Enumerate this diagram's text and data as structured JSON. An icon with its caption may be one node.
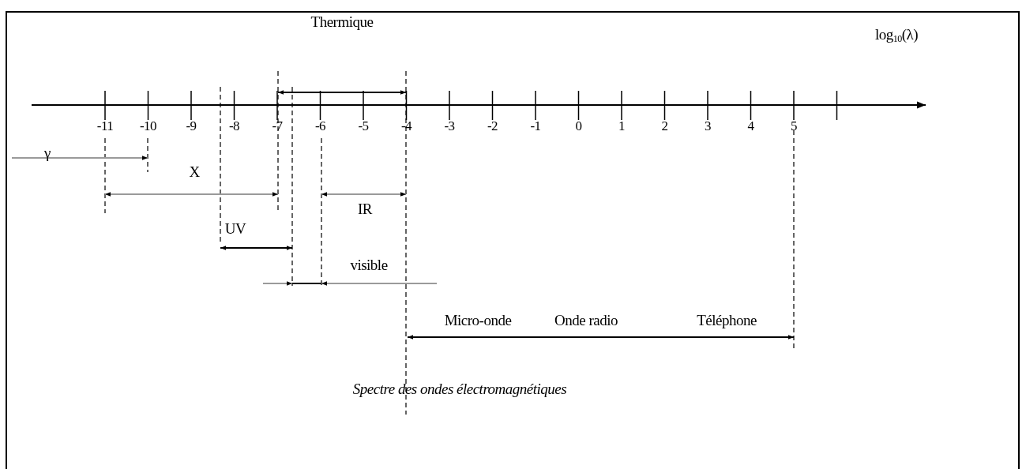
{
  "diagram": {
    "caption": "Spectre des ondes électromagnétiques",
    "labels": [
      "Thermique",
      "log$_{10}$(λ)",
      "γ",
      "-11",
      "-10",
      "-9",
      "-8",
      "-7",
      "-6",
      "-5",
      "-4",
      "-3",
      "-2",
      "-1",
      "0",
      "1",
      "2",
      "3",
      "4",
      "5",
      "X",
      "IR",
      "UV",
      "visible",
      "Micro-onde",
      "Onde radio",
      "Téléphone"
    ]
  }
}
